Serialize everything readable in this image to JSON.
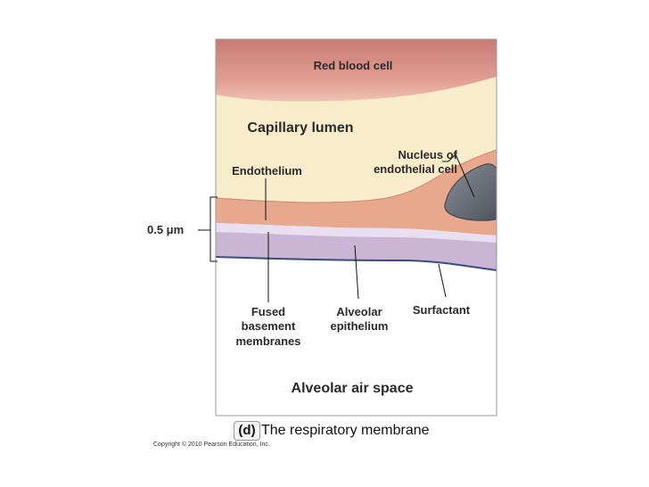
{
  "labels": {
    "red_blood_cell": "Red blood cell",
    "capillary_lumen": "Capillary lumen",
    "nucleus": "Nucleus of\nendothelial cell",
    "endothelium": "Endothelium",
    "thickness": "0.5 μm",
    "fused_membranes": "Fused\nbasement\nmembranes",
    "alveolar_epithelium": "Alveolar\nepithelium",
    "surfactant": "Surfactant",
    "alveolar_air_space": "Alveolar air space"
  },
  "caption": {
    "tag": "(d)",
    "text": "The respiratory membrane"
  },
  "copyright": "Copyright © 2010 Pearson Education, Inc.",
  "colors": {
    "red_blood_cell": "#d98d84",
    "plasma": "#f8ecca",
    "endothelium": "#e7a88d",
    "basement": "#eadff0",
    "epithelium": "#c8b6d4",
    "nucleus": "#6b6f78",
    "surfactant_line": "#3b4a80",
    "air_space": "#ffffff"
  }
}
